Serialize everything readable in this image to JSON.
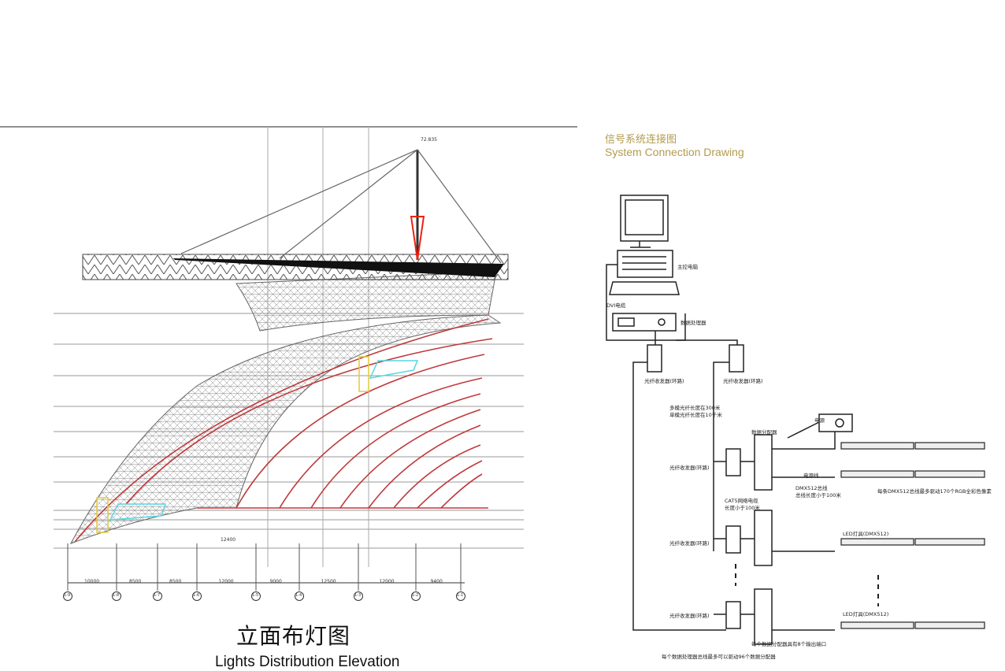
{
  "elevation": {
    "title_cn": "立面布灯图",
    "title_en": "Lights Distribution Elevation",
    "top_elevation": "72.835",
    "dimensions": [
      "10000",
      "8500",
      "8500",
      "12000",
      "9000",
      "12500",
      "12000",
      "9400"
    ],
    "bottom_dimension": "12400",
    "grid_axes": [
      "1-9",
      "1-8",
      "1-7",
      "1-6",
      "1-5",
      "1-4",
      "1-3",
      "1-2",
      "1-1"
    ]
  },
  "system": {
    "title_cn": "信号系统连接图",
    "title_en": "System Connection Drawing",
    "labels": {
      "main_pc": "主控电脑",
      "dvi_cable": "DVI电缆",
      "data_processor": "数据处理器",
      "fiber_transceiver": "光纤收发器(环路)",
      "fiber_note_1": "多模光纤长度在300米",
      "fiber_note_2": "单模光纤长度在10千米",
      "data_distributor": "数据分配器",
      "power_supply": "电源",
      "power_line": "电源线",
      "dmx_bus_1": "DMX512总线",
      "dmx_bus_2": "总线长度小于100米",
      "cat5_1": "CAT5网络电缆",
      "cat5_2": "长度小于100米",
      "dmx_note": "每条DMX512总线最多驱动170个RGB全彩色像素",
      "led_fixture_1": "LED灯具(DMX512)",
      "led_fixture_2": "LED灯具(DMX512)",
      "distributor_note": "每个数据分配器具有8个输出端口",
      "processor_note": "每个数据处理器总线最多可以驱动96个数据分配器"
    }
  }
}
